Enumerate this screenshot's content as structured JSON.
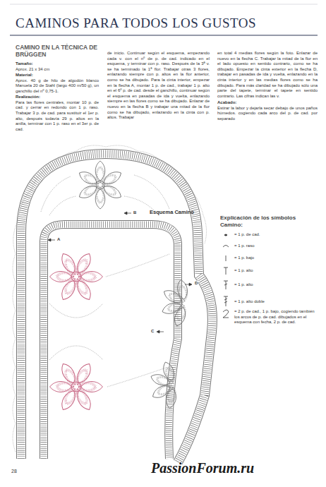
{
  "diagram": {
    "title": "CAMINOS PARA TODOS LOS GUSTOS",
    "labels": [
      "CAMINO EN LA TÉCNICA DE BRÜGGEN",
      "Tamaño:",
      "Aprox. 21 x 34 cm",
      "Material:",
      "Aprox. 40 g de hilo de algodón blanco Manuela 20 de Stahl (largo 400 m/50 g), un ganchillo del nº 0,75-1.",
      "Realización:",
      "Para las flores centrales, montar 10 p. de cad. y cerrar en redondo con 1 p. raso. Trabajar 3 p. de cad. para sustituir el 1er p. alto, después todavía 29 p. altos en la anilla, terminar con 1 p. raso en el 3er p. de cad.",
      "de inicio. Continuar según el esquema, empezando cada v. con el nº de p. de cad. indicado en el esquema, y terminar con p. raso. Después de la 3ª v. se ha terminado la 1ª flor. Trabajar otras 3 flores, enlazando siempre con p. altos en la flor anterior, como se ha dibujado. Para la cinta interior, empezar en la flecha A, montar 1 p. de cad., trabajar 1 p. alto en el 6º p. de cad. desde el ganchillo, continuar según el esquema en pasadas de ida y vuelta, enlazando siempre en las flores como se ha dibujado. Enlazar de nuevo en la flecha B y trabajar una mitad de la flor como se ha dibujado, enlazando en la cinta con p. altos. Trabajar",
      "en total 4 medias flores según la foto. Enlazar de nuevo en la flecha C. Trabajar la mitad de la flor en el lado opuesto en sentido contrario, como se ha dibujado. Empezar la cinta exterior en la flecha D, trabajar en pasadas de ida y vuelta, enlazando en la cinta interior y en las medias flores como se ha dibujado. Para más claridad se ha dibujado sólo una parte del tapete, terminar el tapete en sentido contrario. Las cifras indican las v.",
      "Acabado:",
      "Estirar la labor y dejarla secar debajo de unos paños húmedos. cogiendo cada arco del p. de cad. por separado",
      "Esquema Camino",
      "A",
      "B",
      "C",
      "D",
      "Explicación de los símbolos Camino:",
      "28",
      "PassionForum.ru"
    ],
    "legend": [
      {
        "text": "= 1 p. de cad."
      },
      {
        "text": "= 1 p. raso"
      },
      {
        "text": "= 1 p. bajo"
      },
      {
        "text": "= 1 p. alto"
      },
      {
        "text": "= 1 p. alto"
      },
      {
        "text": "= 1 p. alto doble"
      },
      {
        "text": "= 2 p. de cad., 1 p. bajo, cogiendo también los arcos de p. de cad. dibujados en el esquema con fecha, 2 p. de cad."
      }
    ]
  }
}
